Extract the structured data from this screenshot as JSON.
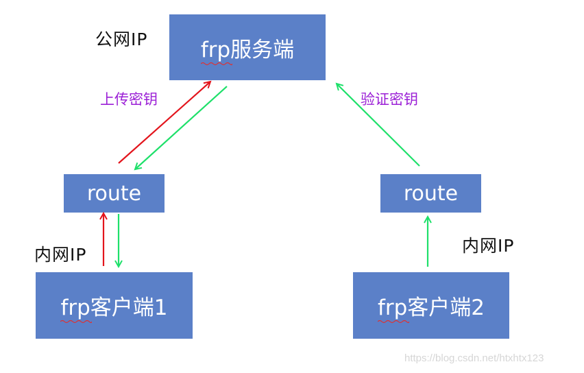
{
  "diagram": {
    "nodes": {
      "server": {
        "label": "frp服务端"
      },
      "route_left": {
        "label": "route"
      },
      "route_right": {
        "label": "route"
      },
      "client1": {
        "label": "frp客户端1"
      },
      "client2": {
        "label": "frp客户端2"
      }
    },
    "labels": {
      "public_ip": "公网IP",
      "private_ip_left": "内网IP",
      "private_ip_right": "内网IP",
      "upload_key": "上传密钥",
      "verify_key": "验证密钥"
    },
    "edges": [
      {
        "from": "route_left",
        "to": "server",
        "color": "red",
        "meaning": "upload key"
      },
      {
        "from": "server",
        "to": "route_left",
        "color": "green"
      },
      {
        "from": "route_right",
        "to": "server",
        "color": "green",
        "meaning": "verify key"
      },
      {
        "from": "client1",
        "to": "route_left",
        "color": "red"
      },
      {
        "from": "route_left",
        "to": "client1",
        "color": "green"
      },
      {
        "from": "client2",
        "to": "route_right",
        "color": "green"
      }
    ],
    "colors": {
      "node_fill": "#5b80c8",
      "arrow_red": "#e3141c",
      "arrow_green": "#1ee06a",
      "note_purple": "#9b1fd6"
    },
    "watermark": "https://blog.csdn.net/htxhtx123"
  }
}
